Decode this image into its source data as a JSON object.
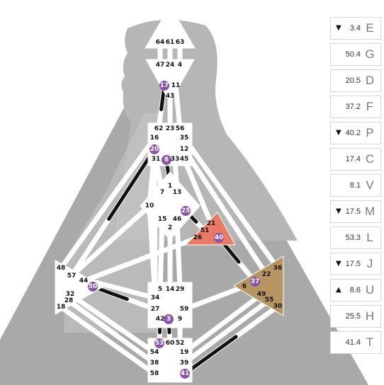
{
  "colors": {
    "aura": "#a9a9a9",
    "silhouette": "#b3b3b3",
    "body_fill": "#c9c9c9",
    "channel": "#ffffff",
    "defined": "#111111",
    "gate_active": "#8a55a8",
    "spleen_fill": "#e87a66",
    "root_fill": "#b79563"
  },
  "gates": {
    "64": "64",
    "61": "61",
    "63": "63",
    "47": "47",
    "24": "24",
    "4": "4",
    "17": "17",
    "11": "11",
    "43": "43",
    "62": "62",
    "23": "23",
    "56": "56",
    "16": "16",
    "35": "35",
    "20": "20",
    "12": "12",
    "31": "31",
    "8": "8",
    "33": "33",
    "45": "45",
    "1": "1",
    "7": "7",
    "13": "13",
    "10": "10",
    "25": "25",
    "15": "15",
    "46": "46",
    "2": "2",
    "21": "21",
    "51": "51",
    "26": "26",
    "40": "40",
    "48": "48",
    "57": "57",
    "44": "44",
    "50": "50",
    "32": "32",
    "28": "28",
    "18": "18",
    "5": "5",
    "14": "14",
    "29": "29",
    "34": "34",
    "27": "27",
    "59": "59",
    "42": "42",
    "3": "3",
    "9": "9",
    "53": "53",
    "60": "60",
    "52": "52",
    "54": "54",
    "19": "19",
    "38": "38",
    "39": "39",
    "58": "58",
    "41": "41",
    "36": "36",
    "22": "22",
    "37": "37",
    "6": "6",
    "49": "49",
    "55": "55",
    "30": "30"
  },
  "active_gates": [
    "17",
    "20",
    "8",
    "25",
    "40",
    "50",
    "37",
    "3",
    "53",
    "41"
  ],
  "panel": [
    {
      "arrow": "▼",
      "value": "3.4",
      "letter": "E"
    },
    {
      "arrow": "",
      "value": "50.4",
      "letter": "G"
    },
    {
      "arrow": "",
      "value": "20.5",
      "letter": "D"
    },
    {
      "arrow": "",
      "value": "37.2",
      "letter": "F"
    },
    {
      "arrow": "▼",
      "value": "40.2",
      "letter": "P"
    },
    {
      "arrow": "",
      "value": "17.4",
      "letter": "C"
    },
    {
      "arrow": "",
      "value": "8.1",
      "letter": "V"
    },
    {
      "arrow": "▼",
      "value": "17.5",
      "letter": "M"
    },
    {
      "arrow": "",
      "value": "53.3",
      "letter": "L"
    },
    {
      "arrow": "▼",
      "value": "17.5",
      "letter": "J"
    },
    {
      "arrow": "▲",
      "value": "8.6",
      "letter": "U"
    },
    {
      "arrow": "",
      "value": "25.5",
      "letter": "H"
    },
    {
      "arrow": "",
      "value": "41.4",
      "letter": "T"
    }
  ]
}
